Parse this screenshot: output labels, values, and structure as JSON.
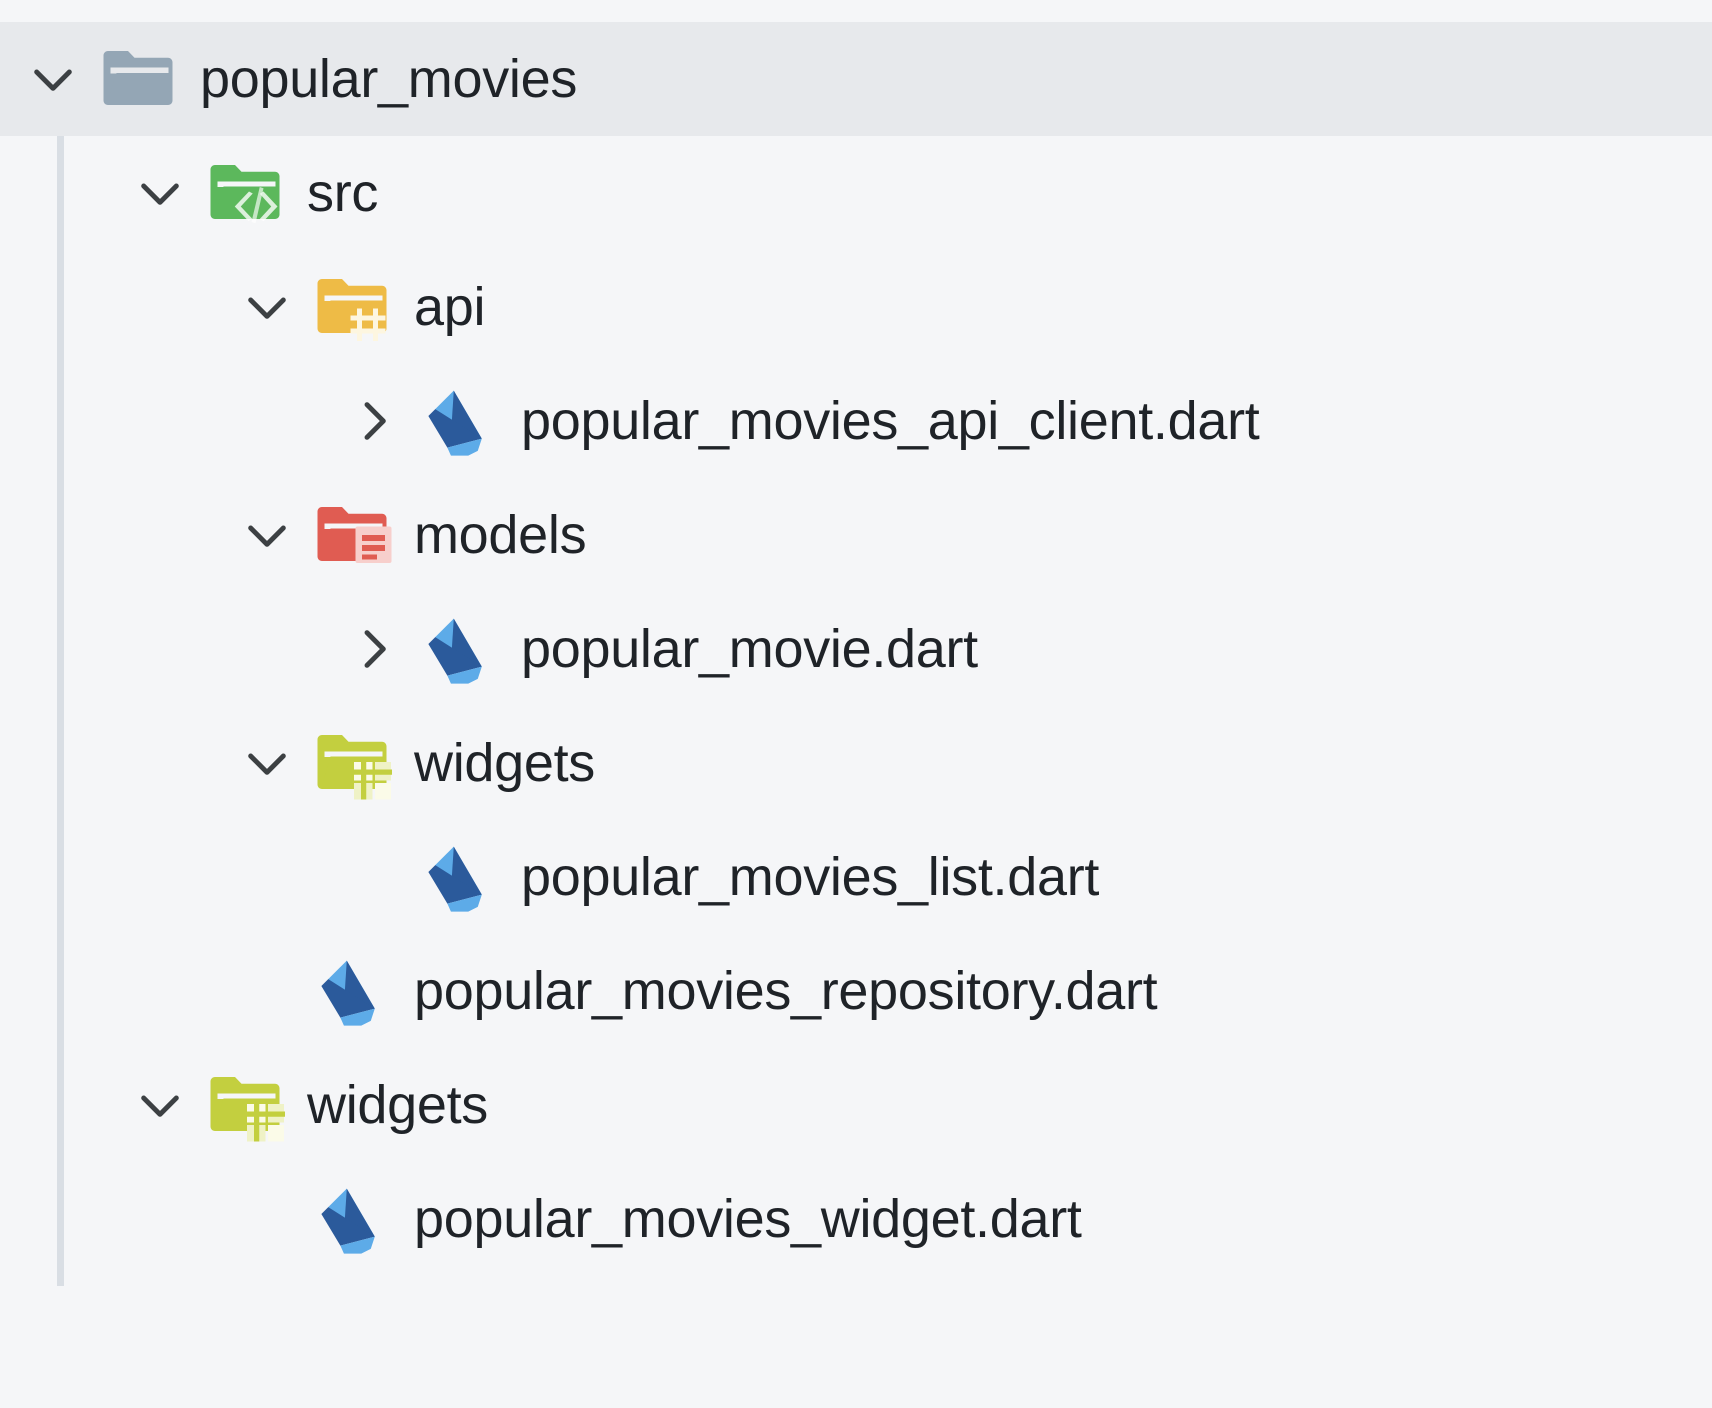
{
  "explorer": {
    "title": "popular_movies",
    "theme": {
      "background": "#f5f6f8",
      "selected_row_background": "#e7e9ec",
      "text_color": "#1f2328",
      "guide_line_color": "#d9dee4",
      "chevron_color": "#3c4043",
      "folder_root_color": "#94a6b5",
      "folder_src_color": "#5cb85c",
      "folder_api_color": "#eebb46",
      "folder_models_color": "#e05c52",
      "folder_widgets_color": "#c3cf3f",
      "dart_dark_blue": "#2b5a9b",
      "dart_light_blue": "#5dabe8"
    },
    "rows": [
      {
        "id": "popular-movies",
        "label": "popular_movies",
        "depth": 0,
        "twisty": "chevron-down",
        "icon": "folder-root",
        "selected": true
      },
      {
        "id": "src",
        "label": "src",
        "depth": 1,
        "twisty": "chevron-down",
        "icon": "folder-src",
        "selected": false
      },
      {
        "id": "api",
        "label": "api",
        "depth": 2,
        "twisty": "chevron-down",
        "icon": "folder-api",
        "selected": false
      },
      {
        "id": "popular-movies-api-client-dart",
        "label": "popular_movies_api_client.dart",
        "depth": 3,
        "twisty": "chevron-right",
        "icon": "dart-file",
        "selected": false
      },
      {
        "id": "models",
        "label": "models",
        "depth": 2,
        "twisty": "chevron-down",
        "icon": "folder-models",
        "selected": false
      },
      {
        "id": "popular-movie-dart",
        "label": "popular_movie.dart",
        "depth": 3,
        "twisty": "chevron-right",
        "icon": "dart-file",
        "selected": false
      },
      {
        "id": "widgets-inner",
        "label": "widgets",
        "depth": 2,
        "twisty": "chevron-down",
        "icon": "folder-widgets",
        "selected": false
      },
      {
        "id": "popular-movies-list-dart",
        "label": "popular_movies_list.dart",
        "depth": 3,
        "twisty": "none",
        "icon": "dart-file",
        "selected": false
      },
      {
        "id": "popular-movies-repository-dart",
        "label": "popular_movies_repository.dart",
        "depth": 2,
        "twisty": "none",
        "icon": "dart-file",
        "selected": false
      },
      {
        "id": "widgets-outer",
        "label": "widgets",
        "depth": 1,
        "twisty": "chevron-down",
        "icon": "folder-widgets",
        "selected": false
      },
      {
        "id": "popular-movies-widget-dart",
        "label": "popular_movies_widget.dart",
        "depth": 2,
        "twisty": "none",
        "icon": "dart-file",
        "selected": false
      }
    ]
  }
}
